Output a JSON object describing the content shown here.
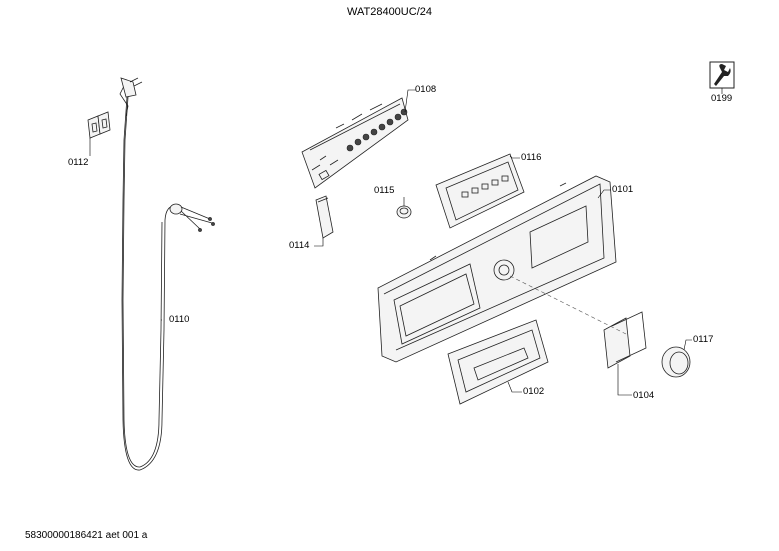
{
  "header": {
    "title": "WAT28400UC/24"
  },
  "footer": {
    "doc_code": "58300000186421 aet 001 a"
  },
  "labels": {
    "p0101": "0101",
    "p0102": "0102",
    "p0104": "0104",
    "p0108": "0108",
    "p0110": "0110",
    "p0112": "0112",
    "p0114": "0114",
    "p0115": "0115",
    "p0116": "0116",
    "p0117": "0117",
    "p0199": "0199"
  },
  "icons": {
    "service": "wrench-service-icon"
  }
}
